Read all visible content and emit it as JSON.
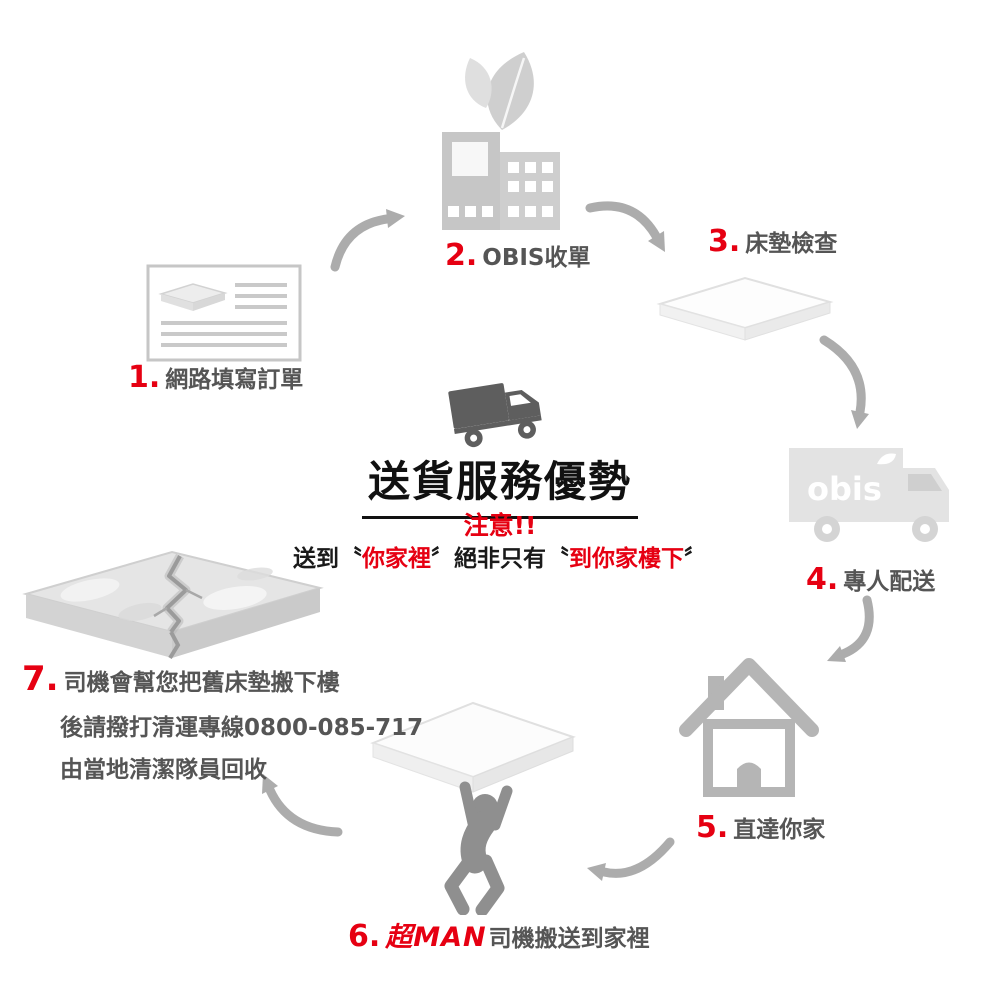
{
  "colors": {
    "accent_red": "#e60012",
    "text_dark": "#555555",
    "art_gray": "#c9c9c9",
    "arrow_gray": "#acacac"
  },
  "center": {
    "title": "送貨服務優勢",
    "notice": "注意!!",
    "tagline_segments": [
      {
        "text": "送到",
        "red": false
      },
      {
        "text": "〝",
        "red": false
      },
      {
        "text": "你家裡",
        "red": true
      },
      {
        "text": "〞",
        "red": false
      },
      {
        "text": "絕非只有",
        "red": false
      },
      {
        "text": "〝",
        "red": false
      },
      {
        "text": "到你家樓下",
        "red": true
      },
      {
        "text": "〞",
        "red": false
      }
    ]
  },
  "steps": [
    {
      "num": "1.",
      "label": "網路填寫訂單"
    },
    {
      "num": "2.",
      "label": "OBIS收單"
    },
    {
      "num": "3.",
      "label": "床墊檢查"
    },
    {
      "num": "4.",
      "label": "專人配送"
    },
    {
      "num": "5.",
      "label": "直達你家"
    },
    {
      "num": "6.",
      "brand": "超MAN",
      "label": "司機搬送到家裡"
    },
    {
      "num": "7.",
      "label": "司機會幫您把舊床墊搬下樓",
      "line2": "後請撥打清運專線0800-085-717",
      "line3": "由當地清潔隊員回收"
    }
  ],
  "truck_brand": "obis"
}
